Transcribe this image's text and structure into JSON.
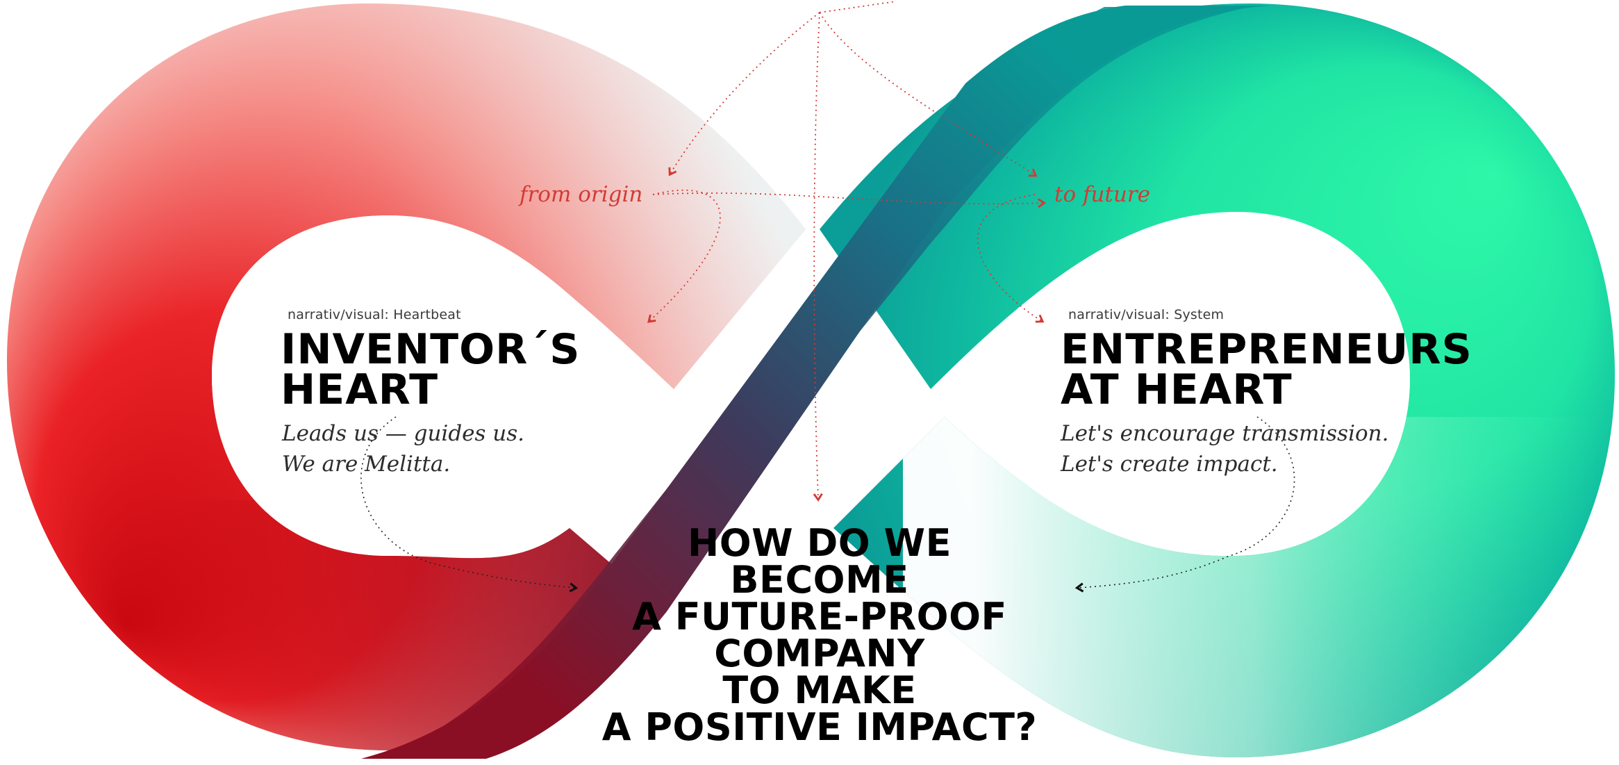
{
  "left_loop": {
    "caption": "narrativ/visual: Heartbeat",
    "title_line1": "INVENTOR´S",
    "title_line2": "HEART",
    "sub_line1": "Leads us — guides us.",
    "sub_line2": "We are Melitta."
  },
  "right_loop": {
    "caption": "narrativ/visual: System",
    "title_line1": "ENTREPRENEURS",
    "title_line2": "AT HEART",
    "sub_line1": "Let's encourage transmission.",
    "sub_line2": "Let's create impact."
  },
  "flow": {
    "from_label": "from origin",
    "to_label": "to future"
  },
  "question": {
    "lines": [
      "HOW DO WE",
      "BECOME",
      "A FUTURE-PROOF",
      "COMPANY",
      "TO MAKE",
      "A POSITIVE IMPACT?"
    ]
  },
  "colors": {
    "red": "#e3151b",
    "dark_red": "#8a0f25",
    "navy": "#3a3559",
    "teal": "#0f7f8a",
    "mint": "#2cf5a6",
    "pale_mint": "#e9fbf2",
    "pink": "#f4a39e",
    "arrow_red": "#d33a35"
  }
}
